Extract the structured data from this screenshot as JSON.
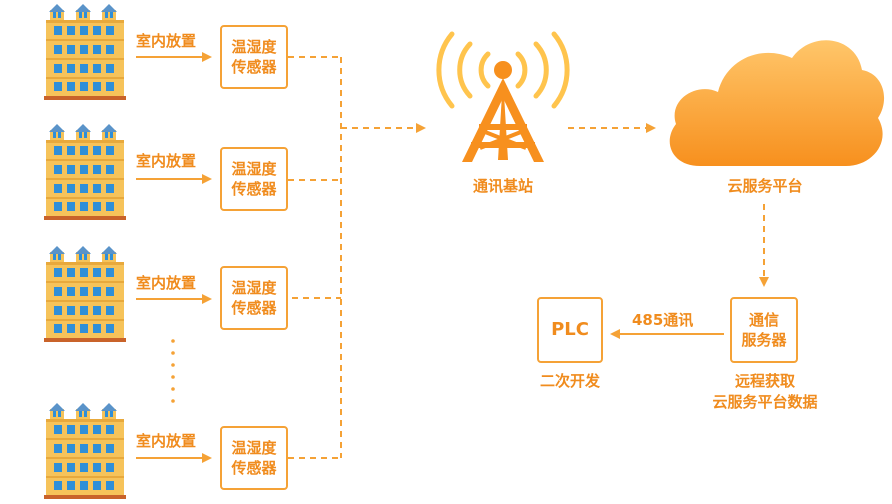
{
  "rows": [
    {
      "placement": "室内放置",
      "sensor": [
        "温湿度",
        "传感器"
      ]
    },
    {
      "placement": "室内放置",
      "sensor": [
        "温湿度",
        "传感器"
      ]
    },
    {
      "placement": "室内放置",
      "sensor": [
        "温湿度",
        "传感器"
      ]
    },
    {
      "placement": "室内放置",
      "sensor": [
        "温湿度",
        "传感器"
      ]
    }
  ],
  "base_station": {
    "label": "通讯基站"
  },
  "cloud": {
    "label": "云服务平台"
  },
  "comm_server": {
    "label": [
      "通信",
      "服务器"
    ],
    "caption": [
      "远程获取",
      "云服务平台数据"
    ]
  },
  "plc": {
    "label": "PLC",
    "caption": "二次开发"
  },
  "link_485": {
    "label": "485通讯"
  },
  "colors": {
    "accent": "#f5a236",
    "text": "#f08c1e",
    "building": "#f6c35a",
    "window": "#2f8fd8"
  }
}
